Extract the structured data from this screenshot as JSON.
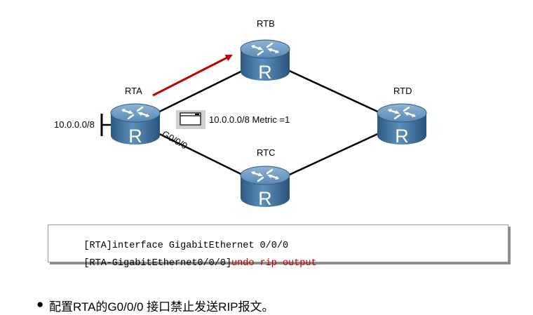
{
  "routers": {
    "rta": {
      "name": "RTA",
      "glyph": "R"
    },
    "rtb": {
      "name": "RTB",
      "glyph": "R"
    },
    "rtc": {
      "name": "RTC",
      "glyph": "R"
    },
    "rtd": {
      "name": "RTD",
      "glyph": "R"
    }
  },
  "labels": {
    "network": "10.0.0.0/8",
    "interface": "G0/0/0",
    "update_text": "10.0.0.0/8 Metric =1"
  },
  "icons": {
    "router": "router-icon",
    "packet": "packet-icon",
    "arrow": "arrow-icon"
  },
  "colors": {
    "router_body": "#3f6f9a",
    "arrow": "#c00000",
    "command_highlight": "#c00000"
  },
  "commands": {
    "line1": "[RTA]interface GigabitEthernet 0/0/0",
    "line2_prefix": "[RTA-GigabitEthernet0/0/0]",
    "line2_command": "undo rip output"
  },
  "bullet": {
    "marker": "●",
    "text": "配置RTA的G0/0/0 接口禁止发送RIP报文。"
  }
}
